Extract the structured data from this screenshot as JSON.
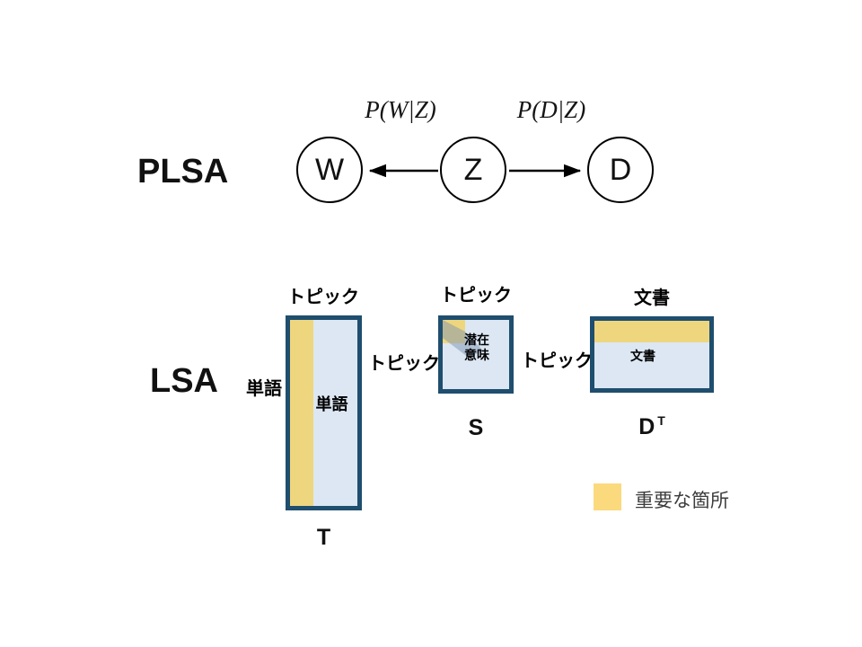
{
  "plsa": {
    "label": "PLSA",
    "left_prob": "P(W|Z)",
    "right_prob": "P(D|Z)",
    "nodes": [
      "W",
      "Z",
      "D"
    ]
  },
  "lsa": {
    "label": "LSA",
    "t_matrix": {
      "top_label": "トピック",
      "side_label": "単語",
      "inner_label": "単語",
      "name": "T"
    },
    "s_matrix": {
      "top_label": "トピック",
      "side_label": "トピック",
      "inner_label_line1": "潜在",
      "inner_label_line2": "意味",
      "name": "S"
    },
    "d_matrix": {
      "top_label": "文書",
      "side_label": "トピック",
      "inner_label": "文書",
      "name": "D",
      "name_superscript": "T"
    },
    "legend": {
      "label": "重要な箇所"
    }
  },
  "colors": {
    "matrix_border": "#1f4e6e",
    "matrix_fill": "#dce7f3",
    "highlight": "#eed67f",
    "legend_swatch": "#fbd97d",
    "beam": "rgba(125,148,178,0.5)"
  }
}
